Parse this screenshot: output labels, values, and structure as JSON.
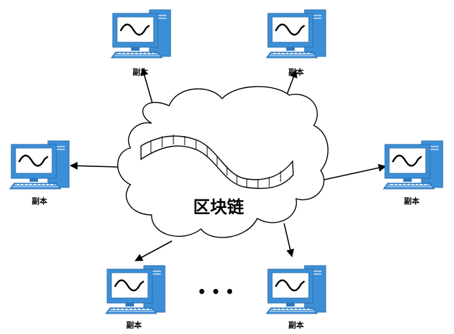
{
  "center_label": "区块链",
  "node_label": "副本",
  "ellipsis": "• • •",
  "colors": {
    "monitor": "#3c8fd7",
    "monitor_dark": "#2f79bd",
    "screen": "#ffffff",
    "stroke": "#000000"
  },
  "nodes": [
    {
      "id": "top-left"
    },
    {
      "id": "top-right"
    },
    {
      "id": "mid-left"
    },
    {
      "id": "mid-right"
    },
    {
      "id": "bottom-left"
    },
    {
      "id": "bottom-right"
    }
  ]
}
